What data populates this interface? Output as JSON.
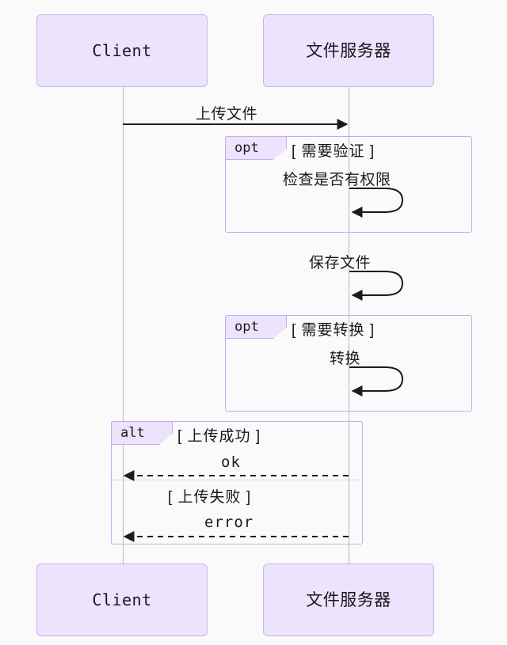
{
  "diagram": {
    "type": "sequence-diagram",
    "background_color": "#fbfafa",
    "accent_color": "#c4a9ef",
    "box_fill_color": "#ece3fc",
    "line_color": "#1c1b20",
    "lifeline_color": "#b9b6bd"
  },
  "participants": [
    {
      "id": "client",
      "label": "Client"
    },
    {
      "id": "server",
      "label": "文件服务器"
    }
  ],
  "messages": [
    {
      "id": "m1",
      "label": "上传文件",
      "from": "client",
      "to": "server",
      "style": "solid",
      "arrow": "right"
    },
    {
      "id": "m2",
      "label": "检查是否有权限",
      "from": "server",
      "to": "server",
      "style": "solid",
      "arrow": "self"
    },
    {
      "id": "m3",
      "label": "保存文件",
      "from": "server",
      "to": "server",
      "style": "solid",
      "arrow": "self"
    },
    {
      "id": "m4",
      "label": "转换",
      "from": "server",
      "to": "server",
      "style": "solid",
      "arrow": "self"
    },
    {
      "id": "m5",
      "label": "ok",
      "from": "server",
      "to": "client",
      "style": "dashed",
      "arrow": "left"
    },
    {
      "id": "m6",
      "label": "error",
      "from": "server",
      "to": "client",
      "style": "dashed",
      "arrow": "left"
    }
  ],
  "fragments": [
    {
      "id": "opt1",
      "keyword": "opt",
      "condition": "[  需要验证  ]"
    },
    {
      "id": "opt2",
      "keyword": "opt",
      "condition": "[  需要转换  ]"
    },
    {
      "id": "alt",
      "keyword": "alt",
      "condition": "[  上传成功  ]",
      "else_condition": "[  上传失败  ]"
    }
  ]
}
